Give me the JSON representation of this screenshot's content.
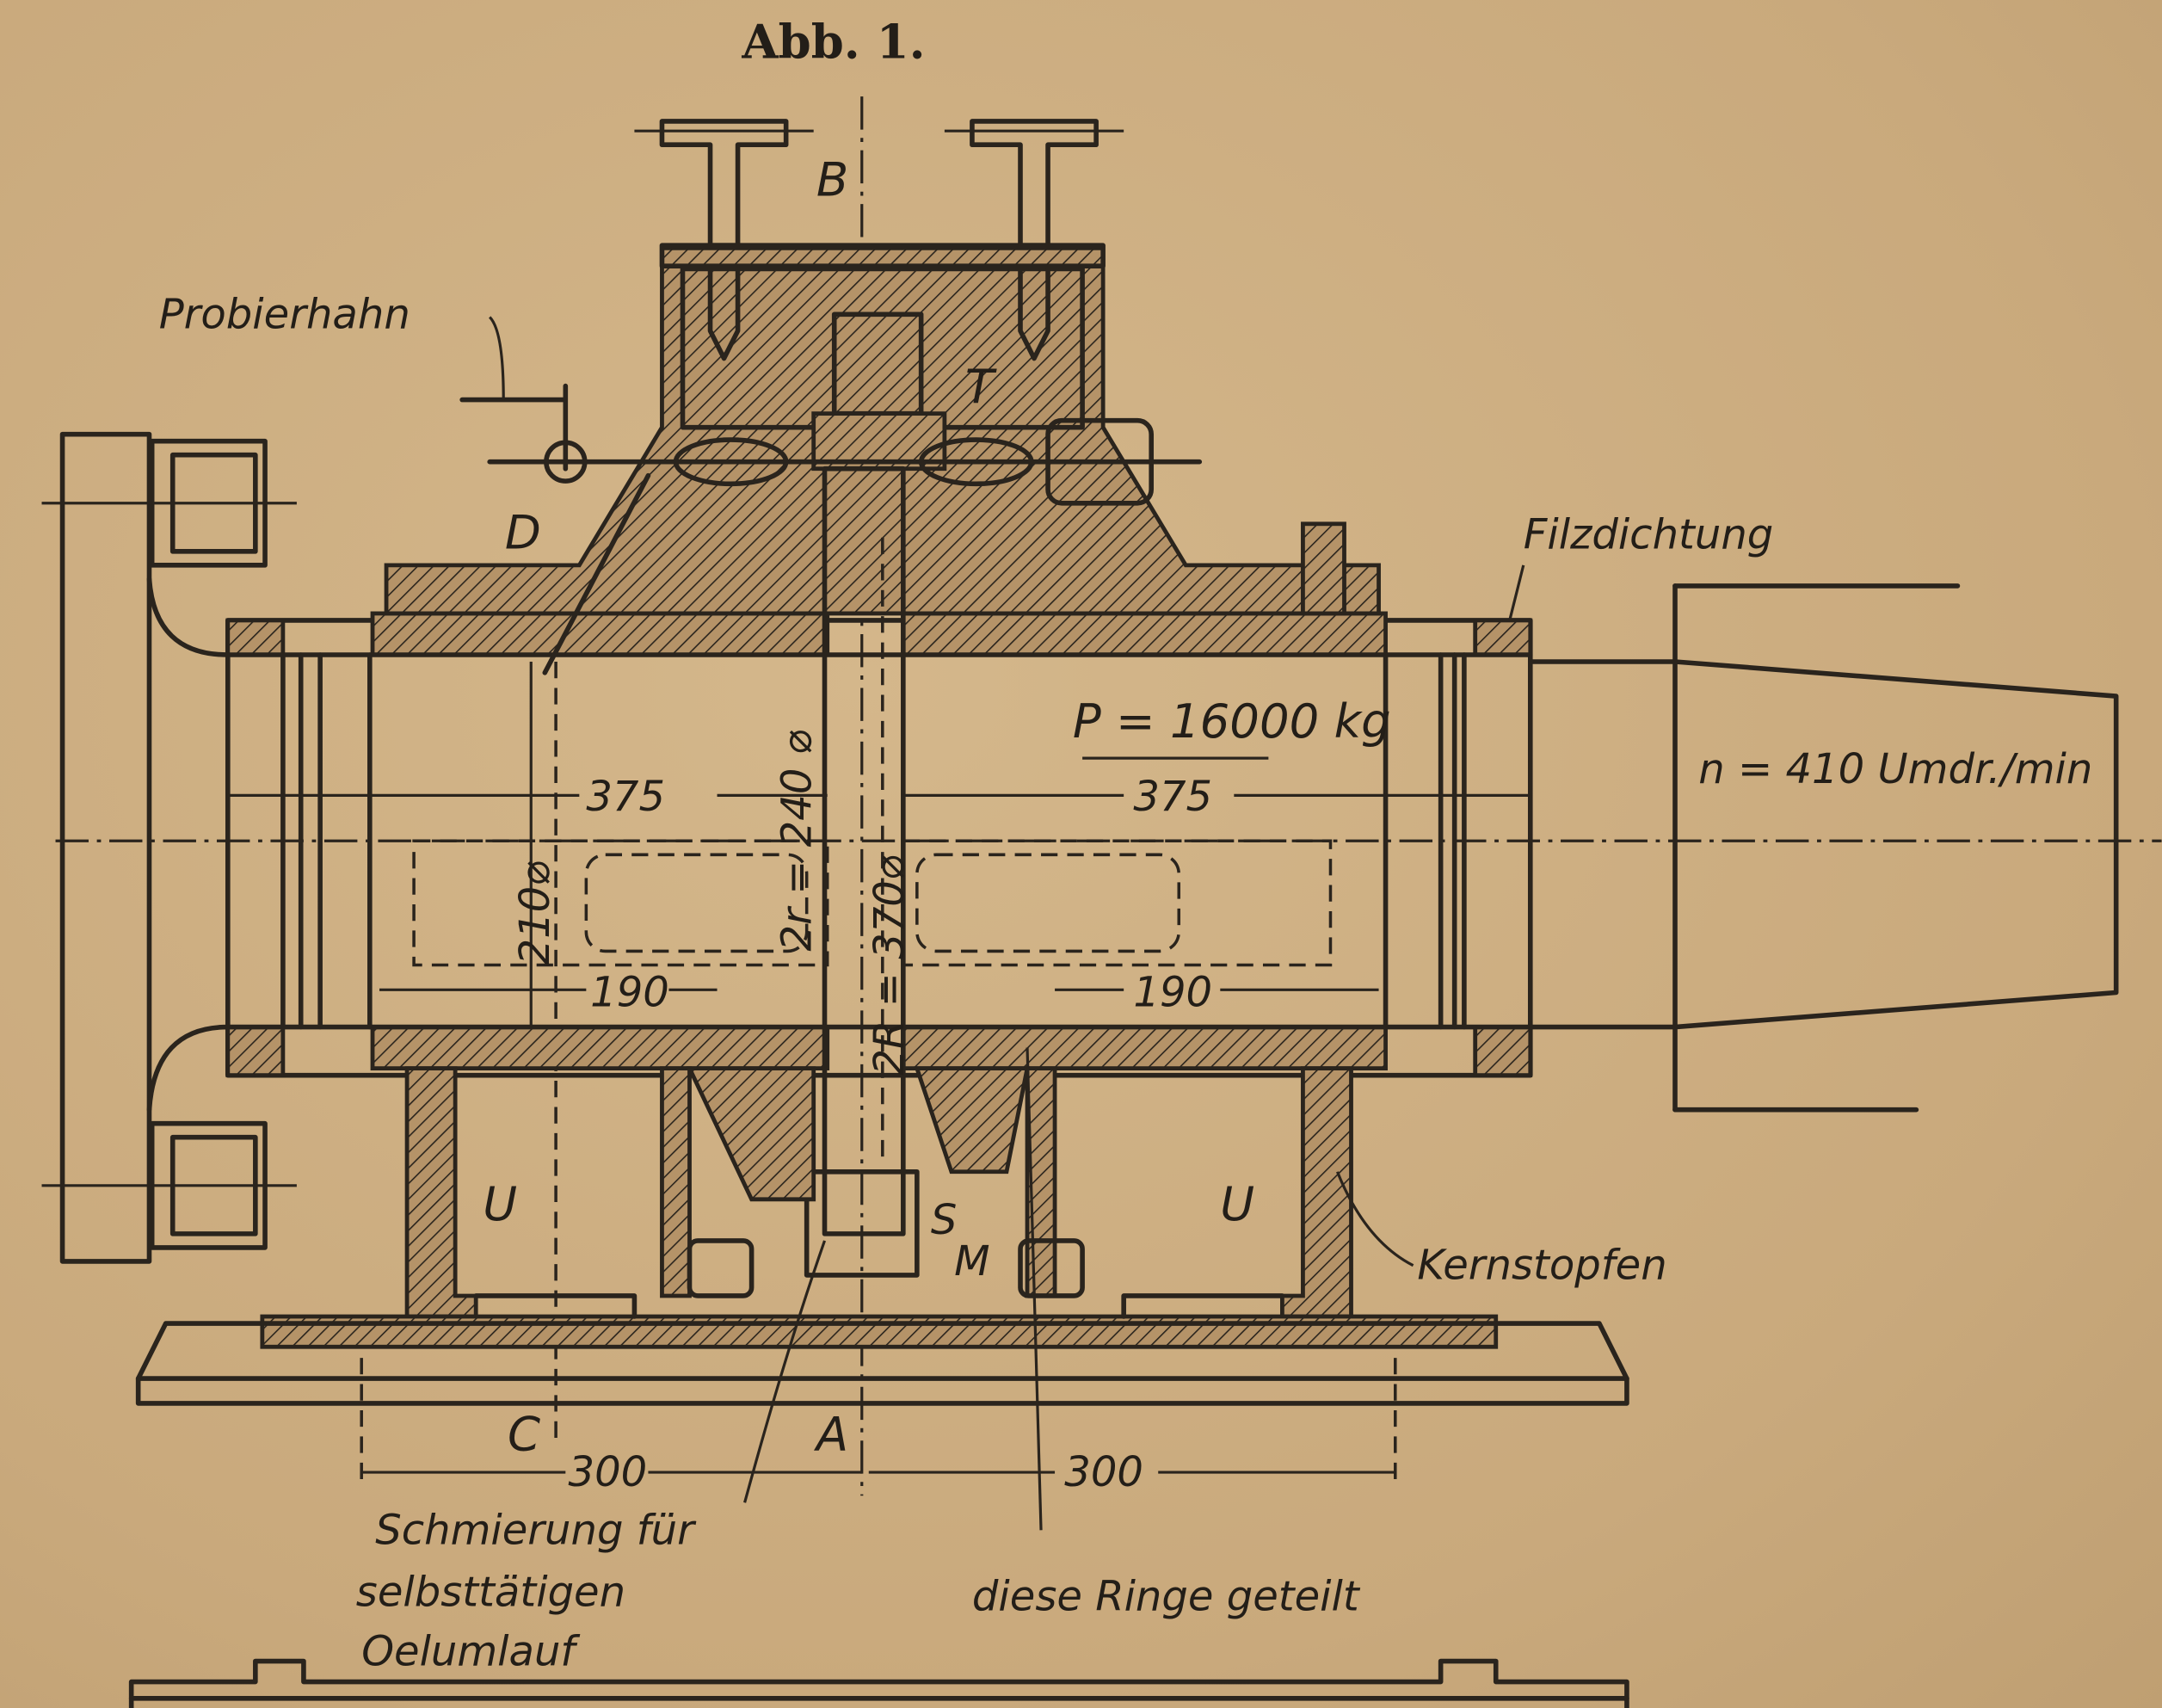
{
  "figure": {
    "title": "Abb. 1.",
    "labels": {
      "probierhahn": "Probierhahn",
      "b": "B",
      "t": "T",
      "d": "D",
      "filzdichtung": "Filzdichtung",
      "load": "P = 16000 kg",
      "speed": "n = 410 Umdr./min",
      "dim_375_left": "375",
      "dim_375_right": "375",
      "dim_2r": "2r = 240 ⌀",
      "dim_2R": "2R = 370⌀",
      "dim_210": "210⌀",
      "dim_190_left": "190",
      "dim_190_right": "190",
      "u_left": "U",
      "u_right": "U",
      "s": "S",
      "m": "M",
      "c": "C",
      "a": "A",
      "kernstopfen": "Kernstopfen",
      "dim_300_left": "300",
      "dim_300_right": "300",
      "schmierung_1": "Schmierung für",
      "schmierung_2": "selbsttätigen",
      "schmierung_3": "Oelumlauf",
      "ringe": "diese Ringe geteilt"
    }
  }
}
